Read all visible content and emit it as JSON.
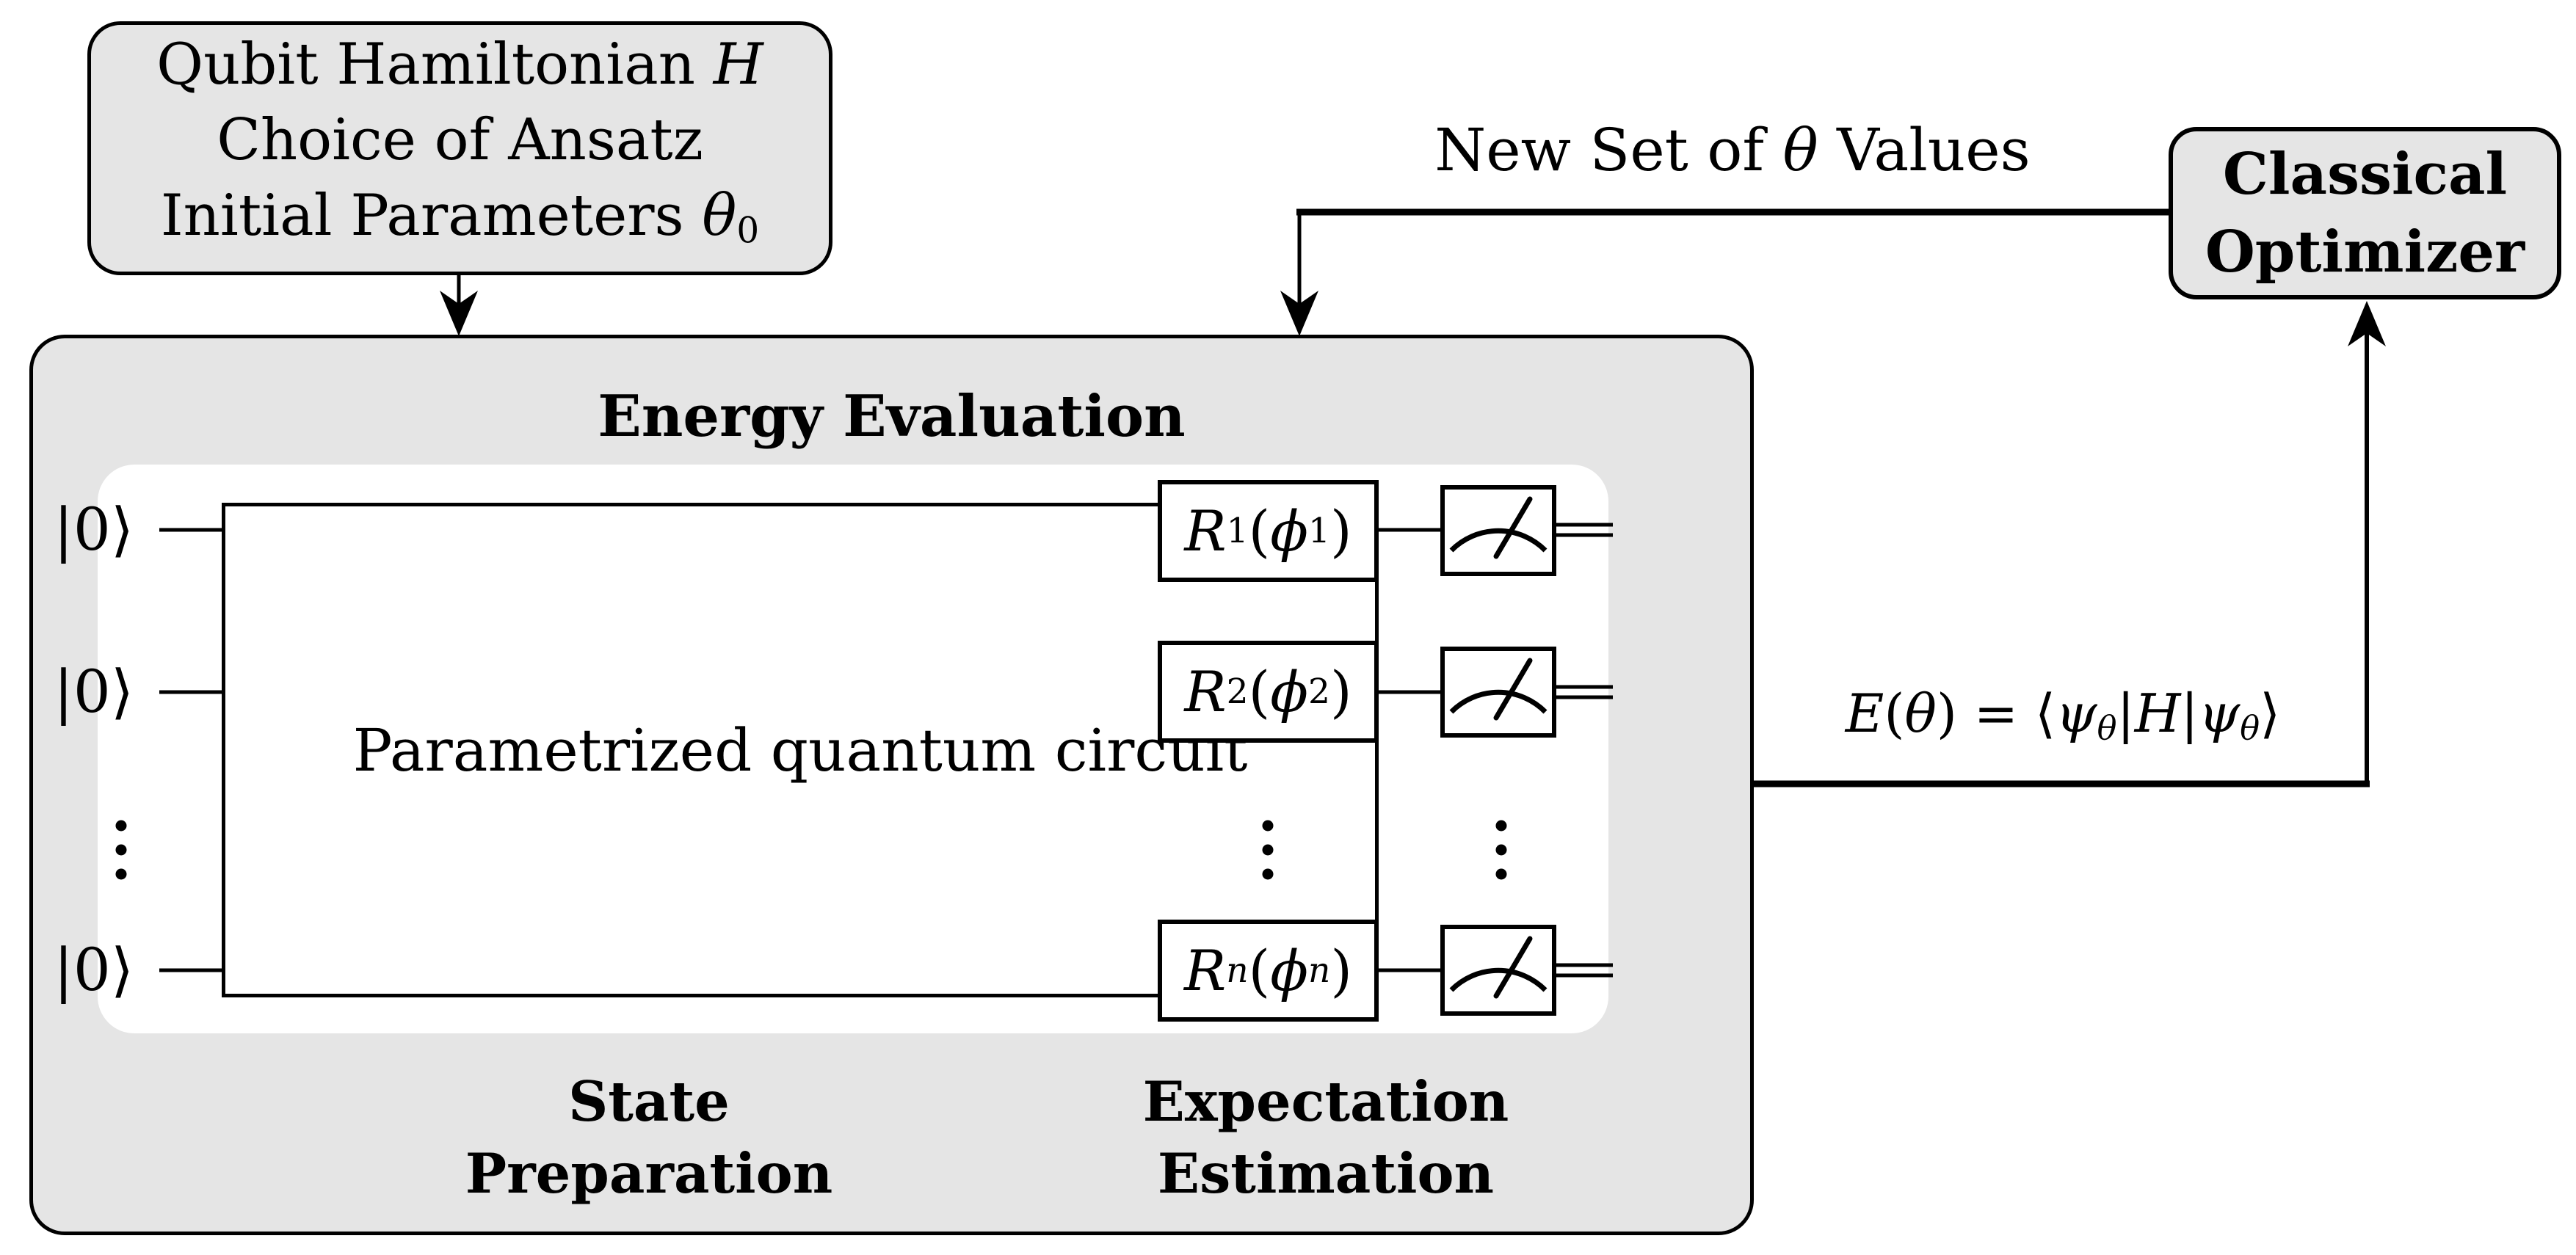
{
  "colors": {
    "box_fill": "#e5e5e5",
    "line": "#000000",
    "inner_panel": "#ffffff"
  },
  "input_box": {
    "lines": [
      [
        {
          "t": "Qubit Hamiltonian ",
          "k": "n"
        },
        {
          "t": "H",
          "k": "i"
        }
      ],
      [
        {
          "t": "Choice of Ansatz",
          "k": "n"
        }
      ],
      [
        {
          "t": "Initial Parameters ",
          "k": "n"
        },
        {
          "t": "θ",
          "k": "i"
        },
        {
          "t": "0",
          "k": "s"
        }
      ]
    ]
  },
  "energy": {
    "title": "Energy Evaluation",
    "kets": [
      "|0⟩",
      "|0⟩",
      "|0⟩"
    ],
    "pqc_label": "Parametrized quantum circuit",
    "gates": [
      [
        {
          "t": "R",
          "k": "i"
        },
        {
          "t": "1",
          "k": "s"
        },
        {
          "t": "(",
          "k": "n"
        },
        {
          "t": "ϕ",
          "k": "i"
        },
        {
          "t": "1",
          "k": "s"
        },
        {
          "t": ")",
          "k": "n"
        }
      ],
      [
        {
          "t": "R",
          "k": "i"
        },
        {
          "t": "2",
          "k": "s"
        },
        {
          "t": "(",
          "k": "n"
        },
        {
          "t": "ϕ",
          "k": "i"
        },
        {
          "t": "2",
          "k": "s"
        },
        {
          "t": ")",
          "k": "n"
        }
      ],
      [
        {
          "t": "R",
          "k": "i"
        },
        {
          "t": "n",
          "k": "si"
        },
        {
          "t": "(",
          "k": "n"
        },
        {
          "t": "ϕ",
          "k": "i"
        },
        {
          "t": "n",
          "k": "si"
        },
        {
          "t": ")",
          "k": "n"
        }
      ]
    ],
    "stage_labels": {
      "state": [
        "State",
        "Preparation"
      ],
      "expectation": [
        "Expectation",
        "Estimation"
      ]
    }
  },
  "optimizer": {
    "lines": [
      "Classical",
      "Optimizer"
    ]
  },
  "annotations": {
    "new_theta": [
      {
        "t": "New Set of ",
        "k": "n"
      },
      {
        "t": "θ",
        "k": "i"
      },
      {
        "t": " Values",
        "k": "n"
      }
    ],
    "energy_formula": [
      {
        "t": "E",
        "k": "i"
      },
      {
        "t": "(",
        "k": "n"
      },
      {
        "t": "θ",
        "k": "i"
      },
      {
        "t": ") = ⟨",
        "k": "n"
      },
      {
        "t": "ψ",
        "k": "i"
      },
      {
        "t": "θ",
        "k": "si"
      },
      {
        "t": "|",
        "k": "n"
      },
      {
        "t": "H",
        "k": "i"
      },
      {
        "t": "|",
        "k": "n"
      },
      {
        "t": "ψ",
        "k": "i"
      },
      {
        "t": "θ",
        "k": "si"
      },
      {
        "t": "⟩",
        "k": "n"
      }
    ]
  }
}
